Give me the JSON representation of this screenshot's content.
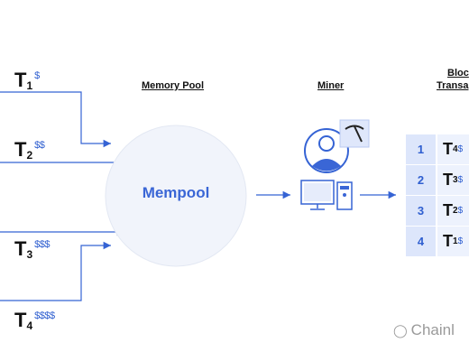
{
  "colors": {
    "accent": "#3a66d6",
    "arrow": "#3563d4",
    "pool_fill": "#f1f4fb",
    "block_num_fill": "#dde6fb",
    "block_tx_fill": "#edf2fd"
  },
  "headers": {
    "memory_pool": "Memory Pool",
    "miner": "Miner",
    "block_line1": "Bloc",
    "block_line2": "Transa"
  },
  "mempool": {
    "label": "Mempool"
  },
  "transactions": [
    {
      "letter": "T",
      "sub": "1",
      "fee": "$"
    },
    {
      "letter": "T",
      "sub": "2",
      "fee": "$$"
    },
    {
      "letter": "T",
      "sub": "3",
      "fee": "$$$"
    },
    {
      "letter": "T",
      "sub": "4",
      "fee": "$$$$"
    }
  ],
  "block_rows": [
    {
      "num": "1",
      "letter": "T",
      "sub": "4",
      "fee": "$"
    },
    {
      "num": "2",
      "letter": "T",
      "sub": "3",
      "fee": "$"
    },
    {
      "num": "3",
      "letter": "T",
      "sub": "2",
      "fee": "$"
    },
    {
      "num": "4",
      "letter": "T",
      "sub": "1",
      "fee": "$"
    }
  ],
  "miner_icons": [
    "person-icon",
    "pickaxe-icon",
    "computer-icon"
  ],
  "watermark": {
    "text": "Chainl",
    "icon": "wechat-icon"
  }
}
